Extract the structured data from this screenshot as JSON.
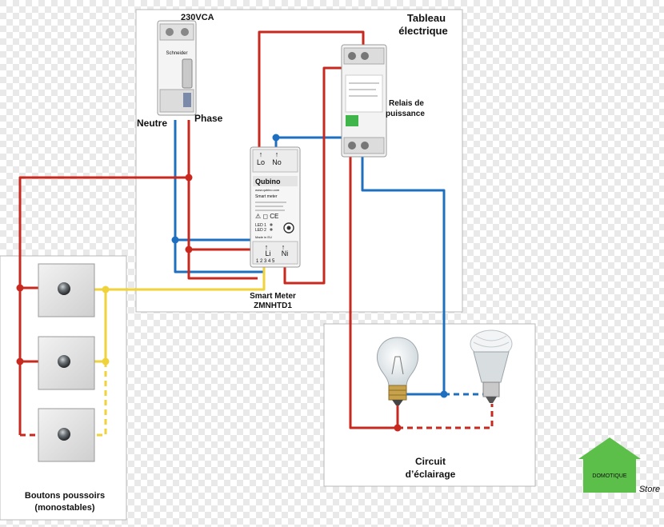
{
  "colors": {
    "phase": "#c8281e",
    "neutre": "#1f6fc0",
    "commande": "#f0d23a",
    "panel_border": "#b8b8b8",
    "checker_light": "#ffffff",
    "checker_dark": "#e9e9e9",
    "logo_green": "#5cbf4a"
  },
  "tableau": {
    "title_line1": "Tableau",
    "title_line2": "électrique"
  },
  "breaker": {
    "voltage_label": "230VCA",
    "neutre_label": "Neutre",
    "phase_label": "Phase",
    "brand": "Schneider"
  },
  "relay": {
    "label_line1": "Relais de",
    "label_line2": "puissance"
  },
  "smart_meter": {
    "brand": "Qubino",
    "website": "www.qubino.com",
    "model_caption": "Smart meter",
    "terminal_lo": "Lo",
    "terminal_no": "No",
    "terminal_li": "Li",
    "terminal_ni": "Ni",
    "terminal_numbers": "1 2 3 4 5",
    "led1": "LED 1",
    "led2": "LED 2",
    "made_in": "Made in EU",
    "caption_line1": "Smart Meter",
    "caption_line2": "ZMNHTD1"
  },
  "buttons": {
    "label_line1": "Boutons poussoirs",
    "label_line2": "(monostables)"
  },
  "circuit": {
    "label_line1": "Circuit",
    "label_line2": "d’éclairage"
  },
  "logo": {
    "text_top": "DOMOTIQUE",
    "text_bottom": "Store"
  }
}
